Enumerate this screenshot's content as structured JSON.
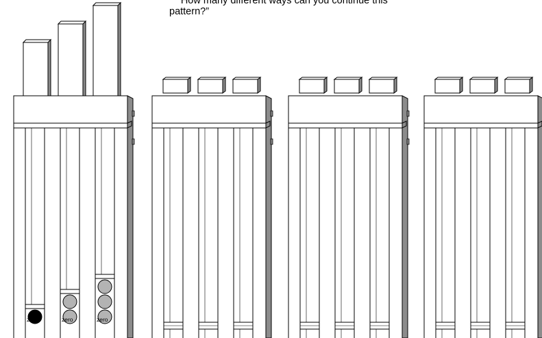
{
  "question": {
    "line1": "“How many different ways can you continue this",
    "line2": "pattern?”"
  },
  "colors": {
    "frame_fill": "#ffffff",
    "stroke": "#000000",
    "shadow": "#8c8c8c",
    "black_bead": "#000000",
    "grey_bead": "#b3b3b3"
  },
  "racks": [
    {
      "name": "rack-1",
      "tubes": [
        {
          "name": "tube-1",
          "bar_height": "short",
          "beads": [
            "black"
          ],
          "label": "zero"
        },
        {
          "name": "tube-2",
          "bar_height": "medium",
          "beads": [
            "grey",
            "grey"
          ],
          "label": "zero"
        },
        {
          "name": "tube-3",
          "bar_height": "tall",
          "beads": [
            "grey",
            "grey",
            "grey"
          ],
          "label": "zero"
        }
      ]
    },
    {
      "name": "rack-2",
      "tubes": [
        {
          "name": "tube-1",
          "beads": []
        },
        {
          "name": "tube-2",
          "beads": []
        },
        {
          "name": "tube-3",
          "beads": []
        }
      ]
    },
    {
      "name": "rack-3",
      "tubes": [
        {
          "name": "tube-1",
          "beads": []
        },
        {
          "name": "tube-2",
          "beads": []
        },
        {
          "name": "tube-3",
          "beads": []
        }
      ]
    },
    {
      "name": "rack-4",
      "tubes": [
        {
          "name": "tube-1",
          "beads": []
        },
        {
          "name": "tube-2",
          "beads": []
        },
        {
          "name": "tube-3",
          "beads": []
        }
      ]
    }
  ]
}
